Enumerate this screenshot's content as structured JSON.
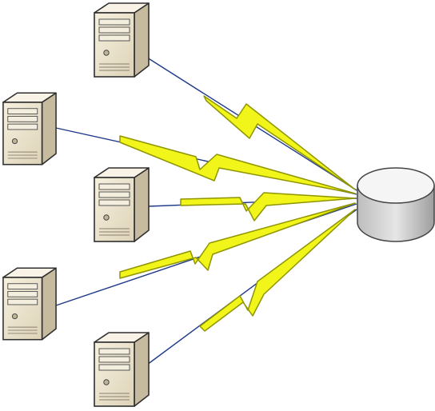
{
  "diagram": {
    "nodes": [
      {
        "id": "server-1",
        "kind": "tower-server"
      },
      {
        "id": "server-2",
        "kind": "tower-server"
      },
      {
        "id": "server-3",
        "kind": "tower-server"
      },
      {
        "id": "server-4",
        "kind": "tower-server"
      },
      {
        "id": "server-5",
        "kind": "tower-server"
      },
      {
        "id": "hub",
        "kind": "router-cylinder"
      }
    ],
    "links": [
      {
        "from": "server-1",
        "to": "hub",
        "type": "wireless-lightning"
      },
      {
        "from": "server-2",
        "to": "hub",
        "type": "wireless-lightning"
      },
      {
        "from": "server-3",
        "to": "hub",
        "type": "wireless-lightning"
      },
      {
        "from": "server-4",
        "to": "hub",
        "type": "wireless-lightning"
      },
      {
        "from": "server-5",
        "to": "hub",
        "type": "wireless-lightning"
      }
    ],
    "colors": {
      "server_front": "#ece4cf",
      "server_side": "#c9bea4",
      "server_top": "#f7f2e4",
      "server_outline": "#3a3a3a",
      "bolt_fill": "#f2f51a",
      "bolt_edge": "#9aa000",
      "link_line": "#1f3a8a",
      "hub_body": "#d9d9d9",
      "hub_top": "#f4f4f4"
    }
  }
}
